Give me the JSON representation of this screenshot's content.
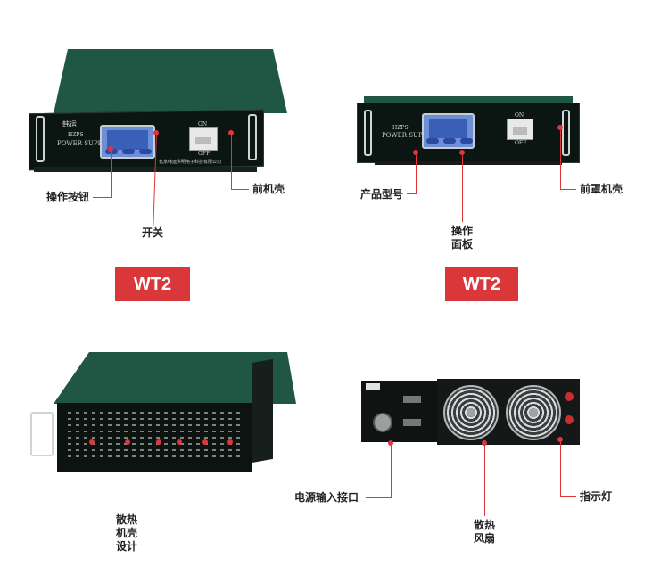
{
  "top_left": {
    "panel_brand": "韩运",
    "panel_model": "HZPS",
    "panel_text": "POWER SUPPLY",
    "panel_company": "北京韩运洪明电子科技有限公司",
    "switch_on": "ON",
    "switch_off": "OFF",
    "labels": {
      "buttons": "操作按钮",
      "switch": "开关",
      "front_case": "前机壳"
    },
    "badge": "WT2"
  },
  "top_right": {
    "panel_model": "HZPS",
    "panel_text": "POWER SUPPLY",
    "switch_on": "ON",
    "switch_off": "OFF",
    "labels": {
      "model": "产品型号",
      "panel": "操作面板",
      "front_cover": "前罩机壳"
    },
    "badge": "WT2"
  },
  "bottom_left": {
    "labels": {
      "heat_case": "散热机壳设计"
    }
  },
  "bottom_right": {
    "labels": {
      "power_input": "电源输入接口",
      "fan": "散热风扇",
      "indicator": "指示灯"
    }
  },
  "colors": {
    "accent_red": "#d9373a",
    "case_green": "#1e4b3c",
    "panel_black": "#0b1512"
  }
}
